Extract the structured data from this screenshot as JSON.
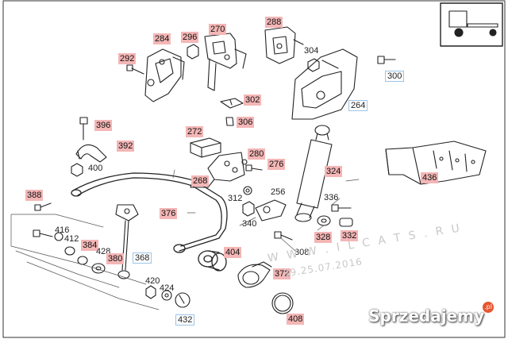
{
  "parts": {
    "p284": "284",
    "p296": "296",
    "p270": "270",
    "p288": "288",
    "p292": "292",
    "p304": "304",
    "p300": "300",
    "p302": "302",
    "p306": "306",
    "p264": "264",
    "p396": "396",
    "p392": "392",
    "p400": "400",
    "p272": "272",
    "p280": "280",
    "p276": "276",
    "p268": "268",
    "p324": "324",
    "p436": "436",
    "p388": "388",
    "p376": "376",
    "p312": "312",
    "p256": "256",
    "p336": "336",
    "p340": "340",
    "p328": "328",
    "p332": "332",
    "p416": "416",
    "p412": "412",
    "p384": "384",
    "p428": "428",
    "p380": "380",
    "p368": "368",
    "p404": "404",
    "p308": "308",
    "p372": "372",
    "p420": "420",
    "p424": "424",
    "p432": "432",
    "p408": "408"
  },
  "watermark": {
    "site": "W W W . I L C A T S . R U",
    "date": "39.25.07.2016"
  },
  "brand": {
    "name": "Sprzedajemy",
    "suffix": ".pl"
  }
}
